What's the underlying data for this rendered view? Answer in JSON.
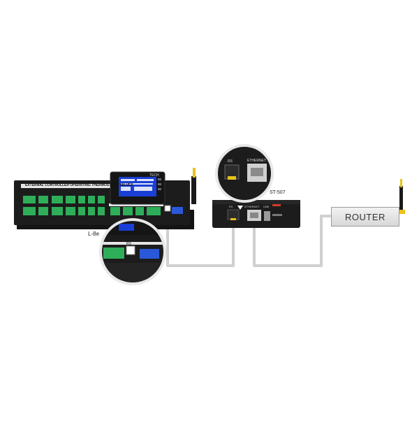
{
  "controller": {
    "model": "L-8e",
    "header": "EXTERNAL CONTROLLER OPERATING THERMOSTATIC VALVES",
    "brand": "TECH"
  },
  "module": {
    "model": "ST-507",
    "ports": [
      "RS",
      "ETHERNET",
      "USB"
    ]
  },
  "zoom_module": {
    "ports": [
      "RS",
      "ETHERNET"
    ]
  },
  "zoom_controller": {
    "port": "RS"
  },
  "router": {
    "label": "ROUTER"
  },
  "colors": {
    "cable": "#d0d0d0",
    "body": "#1c1c1c",
    "terminal": "#2fae5a",
    "screen": "#1a3fd6",
    "antenna_tip": "#e8c21a"
  }
}
